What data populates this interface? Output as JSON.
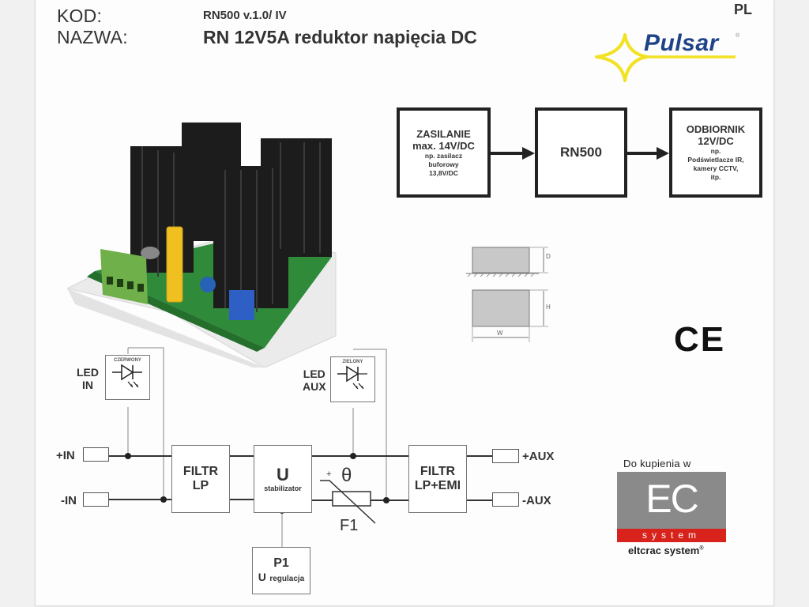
{
  "header": {
    "kod_label": "KOD:",
    "nazwa_label": "NAZWA:",
    "code_value": "RN500  v.1.0/ IV",
    "name_value": "RN 12V5A  reduktor napięcia DC",
    "language": "PL"
  },
  "brand": {
    "name": "Pulsar",
    "registered": "®",
    "text_color": "#1f4388",
    "star_color": "#f2e224"
  },
  "block_diagram": {
    "source": {
      "title": "ZASILANIE",
      "subtitle": "max. 14V/DC",
      "note_lines": [
        "np. zasilacz",
        "buforowy",
        "13,8V/DC"
      ]
    },
    "device": {
      "title": "RN500"
    },
    "load": {
      "title": "ODBIORNIK",
      "subtitle": "12V/DC",
      "note_lines": [
        "np.",
        "Podświetlacze IR,",
        "kamery CCTV,",
        "itp."
      ]
    }
  },
  "dimensions": {
    "depth_label": "D",
    "height_label": "H",
    "width_label": "W"
  },
  "certification": {
    "mark": "CE"
  },
  "schematic": {
    "led_in": {
      "label_line1": "LED",
      "label_line2": "IN",
      "color_label": "CZERWONY"
    },
    "led_aux": {
      "label_line1": "LED",
      "label_line2": "AUX",
      "color_label": "ZIELONY"
    },
    "terminals": {
      "plus_in": "+IN",
      "minus_in": "-IN",
      "plus_aux": "+AUX",
      "minus_aux": "-AUX"
    },
    "filter_lp": {
      "line1": "FILTR",
      "line2": "LP"
    },
    "stabilizer": {
      "symbol": "U",
      "label": "stabilizator"
    },
    "fuse": {
      "symbol": "θ",
      "polarity": "+",
      "label": "F1"
    },
    "filter_emi": {
      "line1": "FILTR",
      "line2": "LP+EMI"
    },
    "potentiometer": {
      "line1": "P1",
      "line2_big": "U",
      "line2_small": "regulacja"
    }
  },
  "retailer": {
    "header": "Do kupienia w",
    "logo_letters": "EC",
    "logo_band": "system",
    "footer": "eltcrac system",
    "footer_reg": "®",
    "gray_color": "#8a8a8a",
    "red_color": "#d8231c"
  }
}
